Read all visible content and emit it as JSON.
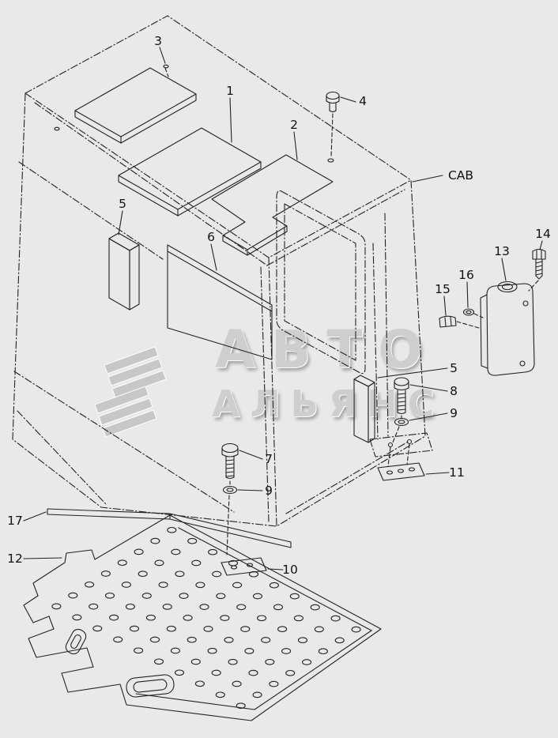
{
  "page": {
    "background_color": "#e9e9e9",
    "line_color": "#222222",
    "watermark_color": "#cdcdcd"
  },
  "watermark": {
    "line1": "АВТО",
    "line2": "АЛЬЯНС"
  },
  "diagram": {
    "cab_label": "CAB",
    "callouts": {
      "n1": "1",
      "n2": "2",
      "n3": "3",
      "n4": "4",
      "n5_left": "5",
      "n5_right": "5",
      "n6": "6",
      "n7": "7",
      "n8": "8",
      "n9_mid": "9",
      "n9_right": "9",
      "n10": "10",
      "n11": "11",
      "n12": "12",
      "n13": "13",
      "n14": "14",
      "n15": "15",
      "n16": "16",
      "n17": "17"
    }
  }
}
